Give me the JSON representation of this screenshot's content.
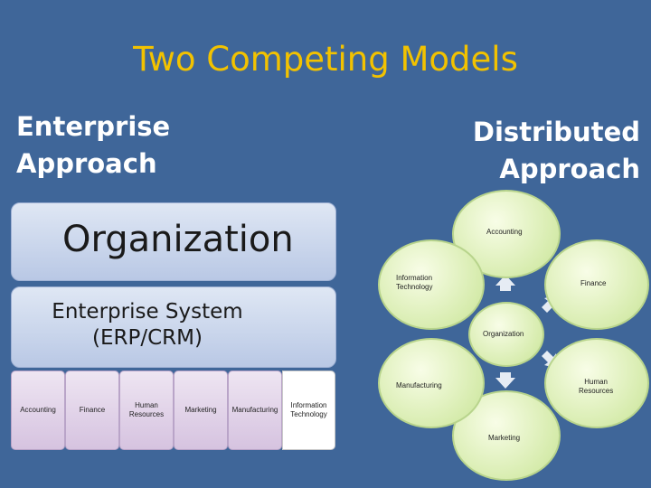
{
  "title": "Two Competing Models",
  "enterprise_heading": {
    "line1": "Enterprise",
    "line2": "Approach"
  },
  "distributed_heading": {
    "line1": "Distributed",
    "line2": "Approach"
  },
  "enterprise_model": {
    "organization_label": "Organization",
    "system_label": {
      "line1": "Enterprise System",
      "line2": "(ERP/CRM)"
    },
    "functions": [
      {
        "line1": "Accounting",
        "line2": ""
      },
      {
        "line1": "Finance",
        "line2": ""
      },
      {
        "line1": "Human",
        "line2": "Resources"
      },
      {
        "line1": "Marketing",
        "line2": ""
      },
      {
        "line1": "Manufacturing",
        "line2": ""
      },
      {
        "line1": "Information",
        "line2": "Technology"
      }
    ]
  },
  "distributed_model": {
    "center": {
      "label": "Organization"
    },
    "nodes": [
      {
        "id": "accounting",
        "line1": "Accounting",
        "line2": ""
      },
      {
        "id": "finance",
        "line1": "Finance",
        "line2": ""
      },
      {
        "id": "human-resources",
        "line1": "Human",
        "line2": "Resources"
      },
      {
        "id": "marketing",
        "line1": "Marketing",
        "line2": ""
      },
      {
        "id": "manufacturing",
        "line1": "Manufacturing",
        "line2": ""
      },
      {
        "id": "information-technology",
        "line1": "Information",
        "line2": "Technology"
      }
    ]
  }
}
